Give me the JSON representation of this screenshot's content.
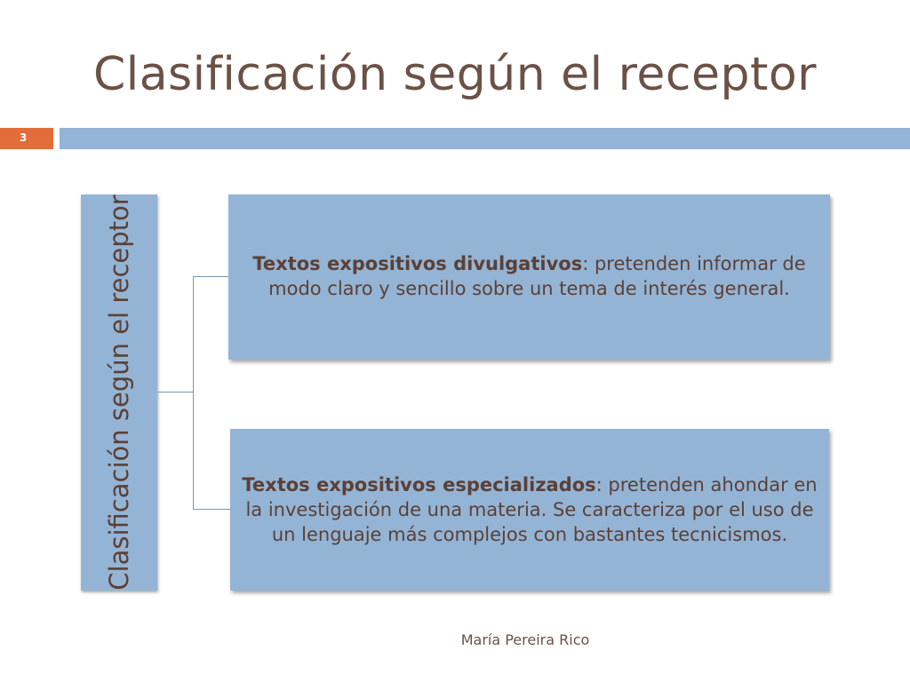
{
  "slide": {
    "title": "Clasificación según el receptor",
    "number": "3",
    "footer": "María Pereira Rico"
  },
  "diagram": {
    "root_label": "Clasificación según el receptor",
    "branches": [
      {
        "term": "Textos expositivos divulgativos",
        "description": ": pretenden informar de modo claro y sencillo sobre un tema de interés general."
      },
      {
        "term": "Textos expositivos especializados",
        "description": ": pretenden ahondar en la investigación de una materia. Se caracteriza por el uso de un lenguaje más complejos con bastantes tecnicismos."
      }
    ]
  },
  "colors": {
    "box_fill": "#94b4d5",
    "accent_orange": "#e46c3a",
    "text_brown": "#6b5146",
    "connector": "#7e95aa"
  }
}
